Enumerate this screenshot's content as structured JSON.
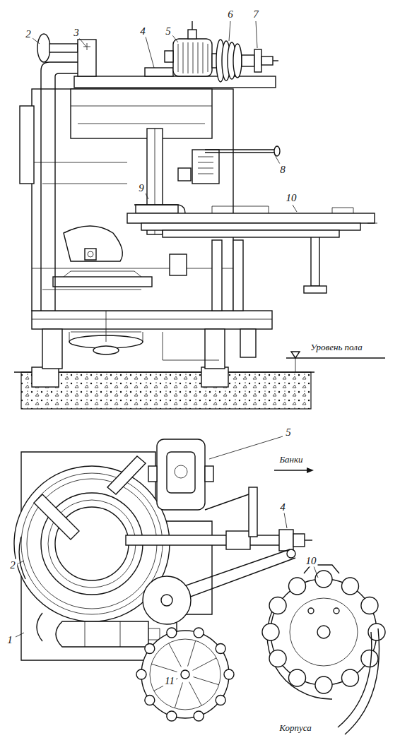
{
  "diagram": {
    "labels": [
      "2",
      "3",
      "4",
      "5",
      "6",
      "7",
      "8",
      "9",
      "10",
      "Уровень пола",
      "5",
      "Банки",
      "4",
      "10",
      "2",
      "1",
      "11",
      "Корпуса"
    ]
  }
}
